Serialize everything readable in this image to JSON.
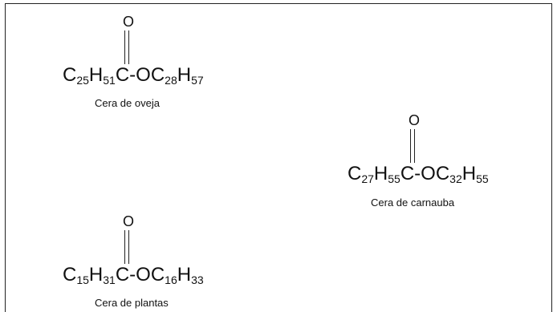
{
  "molecules": [
    {
      "carbonyl_oxygen": "O",
      "formula": [
        {
          "t": "C",
          "sub": "25"
        },
        {
          "t": "H",
          "sub": "51"
        },
        {
          "t": "C-OC",
          "sub": "28"
        },
        {
          "t": "H",
          "sub": "57"
        }
      ],
      "caption": "Cera de oveja"
    },
    {
      "carbonyl_oxygen": "O",
      "formula": [
        {
          "t": "C",
          "sub": "27"
        },
        {
          "t": "H",
          "sub": "55"
        },
        {
          "t": "C-OC",
          "sub": "32"
        },
        {
          "t": "H",
          "sub": "55"
        }
      ],
      "caption": "Cera de carnauba"
    },
    {
      "carbonyl_oxygen": "O",
      "formula": [
        {
          "t": "C",
          "sub": "15"
        },
        {
          "t": "H",
          "sub": "31"
        },
        {
          "t": "C-OC",
          "sub": "16"
        },
        {
          "t": "H",
          "sub": "33"
        }
      ],
      "caption": "Cera de plantas"
    }
  ]
}
